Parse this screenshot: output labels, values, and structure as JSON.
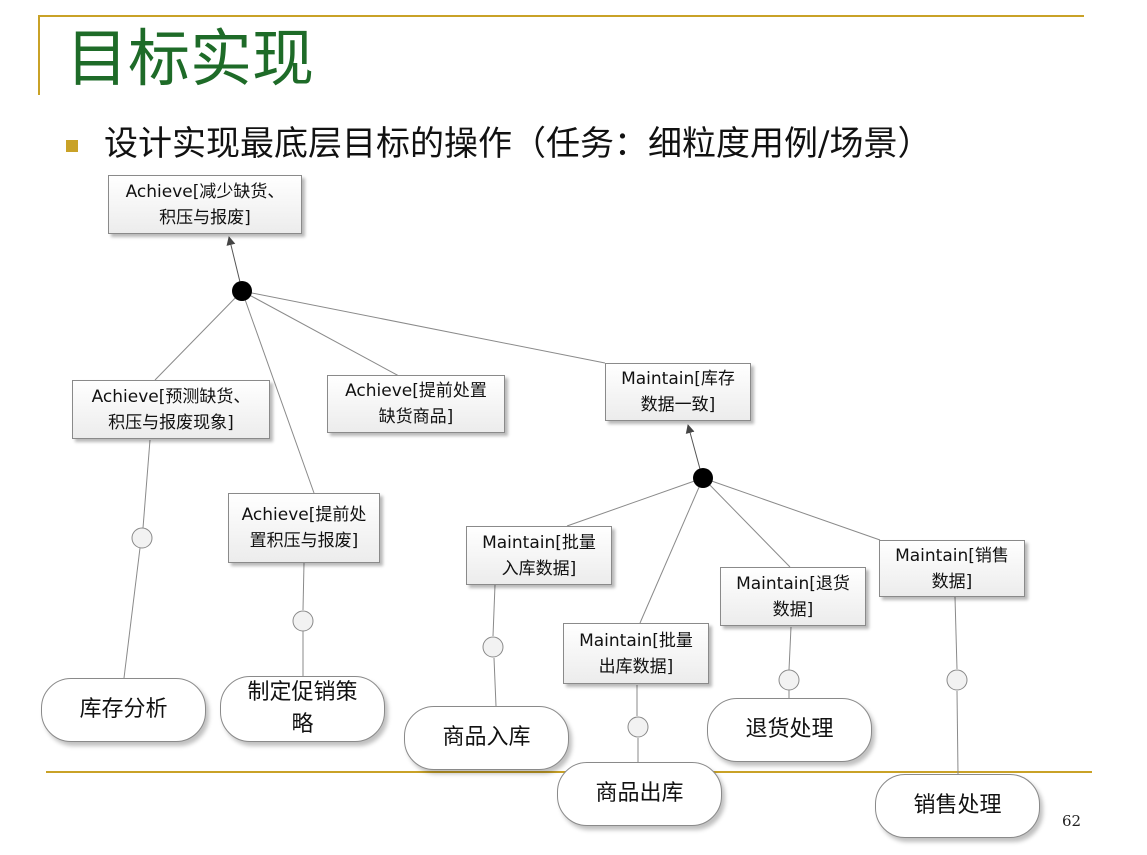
{
  "slide": {
    "title": "目标实现",
    "bullet": "设计实现最底层目标的操作（任务：细粒度用例/场景）",
    "page_number": "62"
  },
  "goals": {
    "root": {
      "line1": "Achieve[减少缺货、",
      "line2": "积压与报废]"
    },
    "predict": {
      "line1": "Achieve[预测缺货、",
      "line2": "积压与报废现象]"
    },
    "handle_backlog": {
      "line1": "Achieve[提前处",
      "line2": "置积压与报废]"
    },
    "handle_shortage": {
      "line1": "Achieve[提前处置",
      "line2": "缺货商品]"
    },
    "maintain_inventory": {
      "line1": "Maintain[库存",
      "line2": "数据一致]"
    },
    "batch_in": {
      "line1": "Maintain[批量",
      "line2": "入库数据]"
    },
    "batch_out": {
      "line1": "Maintain[批量",
      "line2": "出库数据]"
    },
    "returns": {
      "line1": "Maintain[退货",
      "line2": "数据]"
    },
    "sales": {
      "line1": "Maintain[销售",
      "line2": "数据]"
    }
  },
  "tasks": {
    "inventory_analysis": {
      "line1": "库存分析"
    },
    "promotion_strategy": {
      "line1": "制定促销策",
      "line2": "略"
    },
    "stock_in": {
      "line1": "商品入库"
    },
    "stock_out": {
      "line1": "商品出库"
    },
    "returns_processing": {
      "line1": "退货处理"
    },
    "sales_processing": {
      "line1": "销售处理"
    }
  },
  "colors": {
    "title": "#1e6b28",
    "rule": "#c9a227",
    "line": "#8a8a8a"
  }
}
